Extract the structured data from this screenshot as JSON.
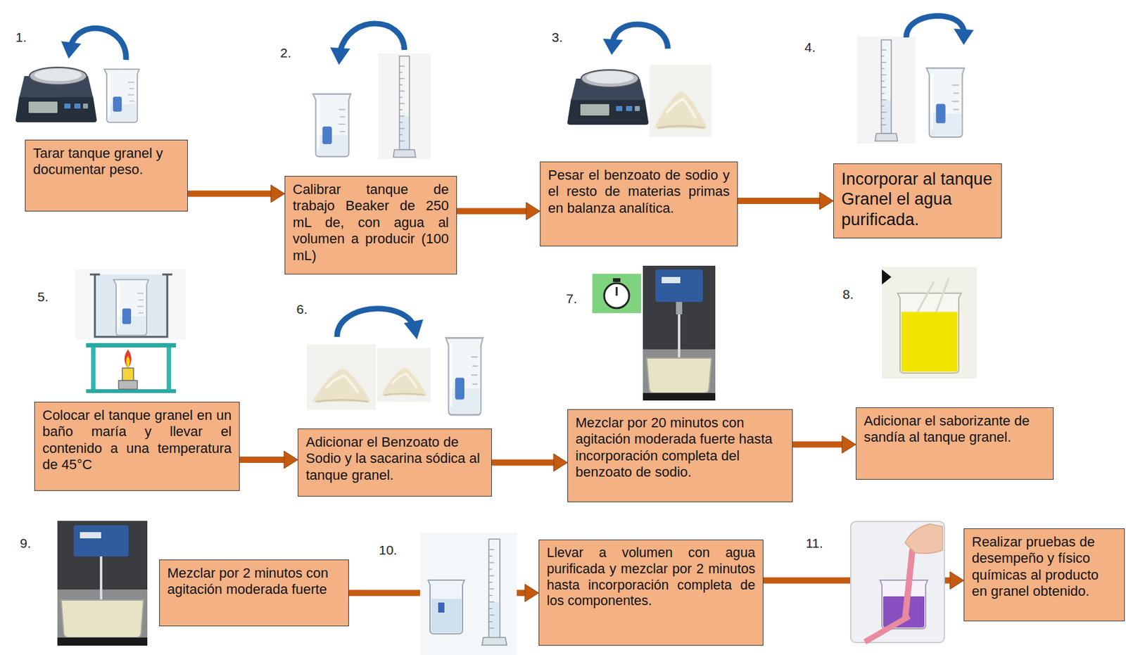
{
  "diagram": {
    "nodes": [
      {
        "text": [
          "Tarar tanque granel y documentar peso."
        ]
      },
      {
        "text": [
          "Calibrar tanque de trabajo Beaker de 250 mL de, con agua al volumen a producir (100 mL)"
        ]
      },
      {
        "text": [
          "Pesar el benzoato de sodio y el resto de materias primas en balanza analítica."
        ]
      },
      {
        "text": [
          "Incorporar al tanque Granel el agua purificada."
        ]
      },
      {
        "text": [
          "Colocar el tanque granel en un baño maría y llevar el contenido a una temperatura de 45°C"
        ]
      },
      {
        "text": [
          "Adicionar el Benzoato de Sodio y la sacarina sódica al tanque granel."
        ]
      },
      {
        "text": [
          "Mezclar por 20 minutos con agitación moderada fuerte hasta incorporación completa del benzoato de sodio."
        ]
      },
      {
        "text": [
          "Adicionar el saborizante de sandía al tanque granel."
        ]
      },
      {
        "text": [
          "Mezclar por 2 minutos con agitación moderada fuerte"
        ]
      },
      {
        "text": [
          "Llevar a volumen con agua purificada y mezclar por 2 minutos hasta incorporación completa de los componentes."
        ]
      },
      {
        "text": [
          "Realizar pruebas de desempeño y físico químicas al producto en granel obtenido."
        ]
      }
    ],
    "edges": [
      {
        "from": 0,
        "to": 1,
        "arrow": "to"
      },
      {
        "from": 1,
        "to": 2,
        "arrow": "to"
      },
      {
        "from": 2,
        "to": 3,
        "arrow": "to"
      },
      {
        "from": 4,
        "to": 5,
        "arrow": "to"
      },
      {
        "from": 5,
        "to": 6,
        "arrow": "to"
      },
      {
        "from": 6,
        "to": 7,
        "arrow": "to"
      },
      {
        "from": 8,
        "to": 9,
        "arrow": "to"
      },
      {
        "from": 9,
        "to": 10,
        "arrow": "to"
      }
    ],
    "labels": [
      "1.",
      "2.",
      "3.",
      "4.",
      "5.",
      "6.",
      "7.",
      "8.",
      "9.",
      "10.",
      "11."
    ]
  }
}
